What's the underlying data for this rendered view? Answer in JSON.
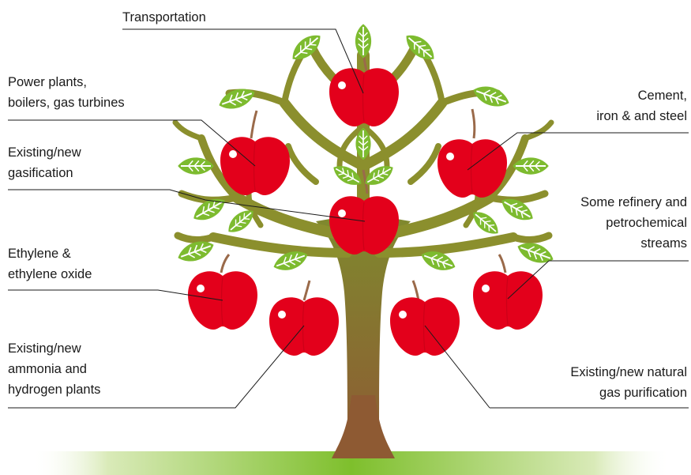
{
  "colors": {
    "trunk_top": "#7f8a2e",
    "trunk_bottom": "#8e5a33",
    "branch": "#8b8f2d",
    "leaf": "#7dbb2f",
    "leaf_vein": "#ffffff",
    "apple": "#e3001b",
    "apple_shade": "#b50015",
    "stem": "#9a6a4a",
    "ground": "#8cc63f"
  },
  "labels": {
    "transportation": [
      "Transportation"
    ],
    "power_plants": [
      "Power plants,",
      "boilers, gas turbines"
    ],
    "gasification": [
      "Existing/new",
      "gasification"
    ],
    "ethylene": [
      "Ethylene &",
      "ethylene oxide"
    ],
    "ammonia": [
      "Existing/new",
      "ammonia and",
      "hydrogen plants"
    ],
    "cement": [
      "Cement,",
      "iron & and steel"
    ],
    "refinery": [
      "Some refinery and",
      "petrochemical",
      "streams"
    ],
    "natural_gas": [
      "Existing/new natural",
      "gas purification"
    ]
  }
}
